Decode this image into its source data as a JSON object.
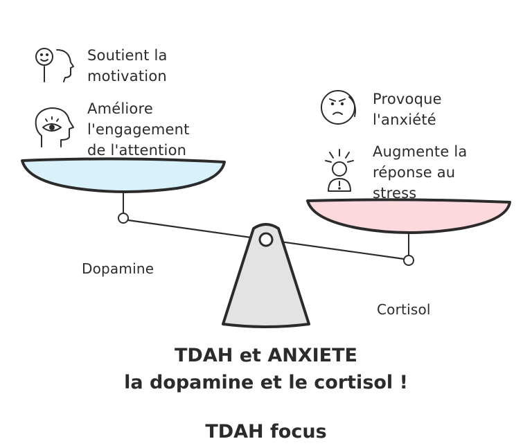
{
  "left_pan": {
    "items": [
      {
        "icon": "smiling-face-profile-icon",
        "lines": [
          "Soutient la",
          "motivation"
        ]
      },
      {
        "icon": "head-with-eye-icon",
        "lines": [
          "Améliore",
          "l'engagement",
          "de l'attention"
        ]
      }
    ],
    "label": "Dopamine",
    "color": "#d8f1fa"
  },
  "right_pan": {
    "items": [
      {
        "icon": "worried-face-icon",
        "lines": [
          "Provoque",
          "l'anxiété"
        ]
      },
      {
        "icon": "stressed-person-icon",
        "lines": [
          "Augmente la",
          "réponse au",
          "stress"
        ]
      }
    ],
    "label": "Cortisol",
    "color": "#fbd9dc"
  },
  "title": {
    "line1": "TDAH et ANXIETE",
    "line2": "la dopamine et le cortisol !",
    "line3": "TDAH focus"
  },
  "colors": {
    "stroke": "#2b2b2b",
    "fulcrum": "#e3e3e3"
  }
}
